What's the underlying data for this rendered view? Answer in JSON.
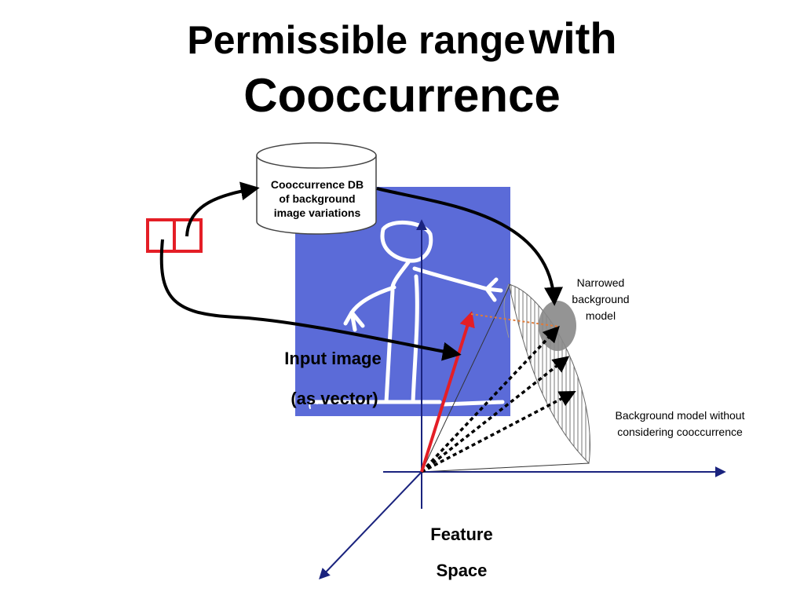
{
  "title": {
    "part1": "Permissible range",
    "part2": "with",
    "part3": "Cooccurrence"
  },
  "db_label": [
    "Cooccurrence DB",
    "of background",
    "image variations"
  ],
  "narrowed_label": [
    "Narrowed",
    "background",
    "model"
  ],
  "bg_model_label": [
    "Background model without",
    "considering cooccurrence"
  ],
  "input_label": [
    "Input image",
    "(as vector)"
  ],
  "feature_label": [
    "Feature",
    "Space"
  ],
  "colors": {
    "image_bg": "#5b6bd8",
    "axis": "#1a237e",
    "input_vector": "#e41e26",
    "patch_border": "#e41e26",
    "dotted_link": "#e07b39",
    "narrowed_fill": "#888888"
  }
}
